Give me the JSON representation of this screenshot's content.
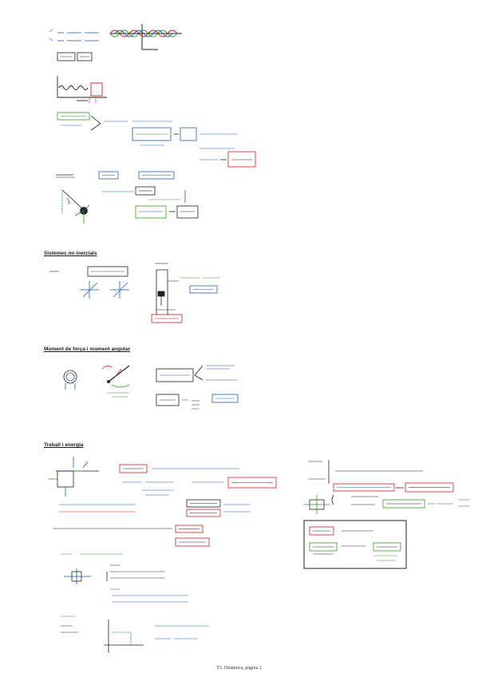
{
  "sections": {
    "non_inertial": "Sistemes no inercials",
    "torque": "Moment de força i moment angular",
    "work": "Treball i energia"
  },
  "footer": "T3. Dinàmica, pàgina 2",
  "colors": {
    "ink": "#222222",
    "blue": "#1a5fb4",
    "green": "#3c9a1e",
    "red": "#d01c1c"
  }
}
